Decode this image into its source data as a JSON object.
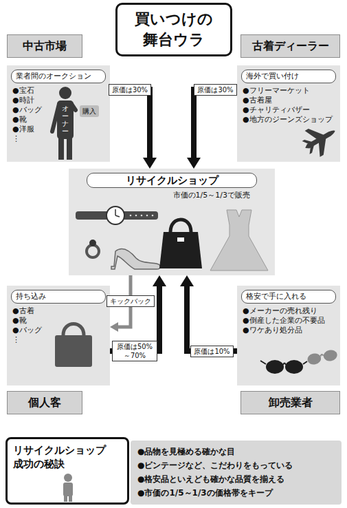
{
  "diagram": {
    "title": "買いつけの 舞台ウラ",
    "nodes": [
      {
        "text": [
          "中古市場"
        ]
      },
      {
        "text": [
          "古着ディーラー"
        ]
      },
      {
        "text": [
          "業者間のオークション",
          "●宝石",
          "●時計",
          "●バッグ",
          "●靴",
          "●洋服",
          "⋮"
        ]
      },
      {
        "text": [
          "海外で買い付け",
          "●フリーマーケット",
          "●古着屋",
          "●チャリティバザー",
          "●地方のジーンズショップ"
        ]
      },
      {
        "text": [
          "リサイクルショップ",
          "市価の1/5～1/3で販売"
        ]
      },
      {
        "text": [
          "持ち込み",
          "●古着",
          "●靴",
          "●バッグ",
          "⋮"
        ]
      },
      {
        "text": [
          "格安で手に入れる",
          "●メーカーの売れ残り",
          "●倒産した企業の不要品",
          "●ワケあり処分品"
        ]
      },
      {
        "text": [
          "個人客"
        ]
      },
      {
        "text": [
          "卸売業者"
        ]
      },
      {
        "text": [
          "リサイクルショップ 成功の秘訣"
        ]
      },
      {
        "text": [
          "●品物を見極める確かな目",
          "●ビンテージなど、こだわりをもっている",
          "●格安品といえども確かな品質を揃える",
          "●市価の1/5～1/3の価格帯をキープ"
        ]
      }
    ],
    "edges": [
      {
        "from": 2,
        "to": 4,
        "label": "原価は30%",
        "arrow": "to"
      },
      {
        "from": 3,
        "to": 4,
        "label": "原価は30%",
        "arrow": "to"
      },
      {
        "from": 4,
        "to": 5,
        "label": "キックバック",
        "arrow": "to"
      },
      {
        "from": 5,
        "to": 4,
        "label": "原価は50% ～70%",
        "arrow": "to"
      },
      {
        "from": 6,
        "to": 4,
        "label": "原価は10%",
        "arrow": "to"
      }
    ],
    "labels": [
      "オーナー",
      "購入"
    ]
  }
}
